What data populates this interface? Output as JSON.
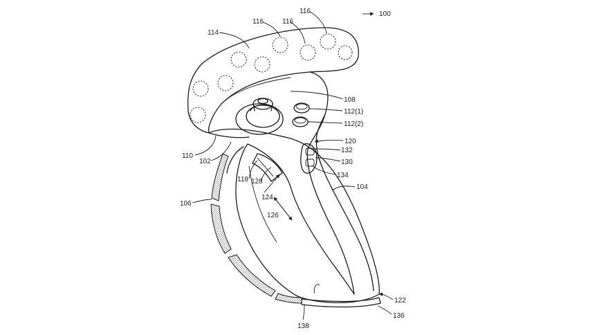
{
  "figure": {
    "labels": {
      "l100": "100",
      "l102": "102",
      "l104": "104",
      "l106": "106",
      "l108": "108",
      "l110": "110",
      "l112_1": "112(1)",
      "l112_2": "112(2)",
      "l114": "114",
      "l116a": "116",
      "l116b": "116",
      "l116c": "116",
      "l118": "118",
      "l120": "120",
      "l122": "122",
      "l124": "124",
      "l126": "126",
      "l128": "128",
      "l130": "130",
      "l132": "132",
      "l134": "134",
      "l136": "136",
      "l138": "138"
    }
  }
}
